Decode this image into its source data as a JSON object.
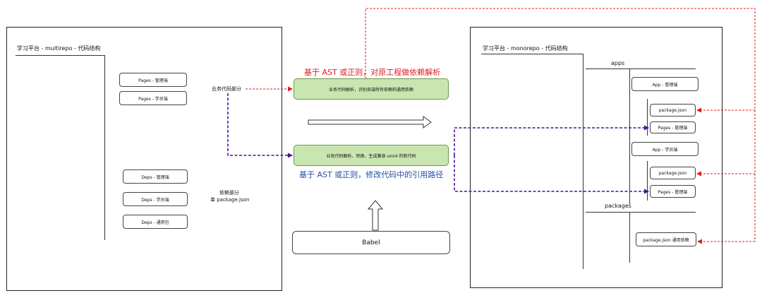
{
  "left_panel": {
    "title": "学习平台 - multirepo - 代码结构",
    "pages": [
      "Pages - 管理端",
      "Pages - 学员端"
    ],
    "deps": [
      "Deps - 管理端",
      "Deps - 学员端",
      "Deps - 通用包"
    ],
    "business_label": "业务代码部分",
    "deps_label_line1": "依赖部分",
    "deps_label_line2": "单 package.json"
  },
  "middle": {
    "top_annotation": "基于 AST 或正则，对原工程做依赖解析",
    "box1": "业务代码解析，识别各端特有依赖和通用依赖",
    "box2": "业务代码解析、转换、生成兼容 umi4 的新代码",
    "bottom_annotation": "基于 AST 或正则，修改代码中的引用路径",
    "babel": "Babel"
  },
  "right_panel": {
    "title": "学习平台 - monorepo - 代码结构",
    "apps_label": "apps",
    "app_admin": "App - 管理端",
    "package_json_1": "package.json",
    "pages_admin_1": "Pages - 管理端",
    "app_student": "App - 学员端",
    "package_json_2": "package.json",
    "pages_admin_2": "Pages - 管理端",
    "packages_label": "packages",
    "package_json_common": "package.json 通用依赖"
  },
  "colors": {
    "red": "#e01b1b",
    "purple": "#4b0f9a",
    "blue_text": "#1f4fa3",
    "green_fill": "#c9e6b0"
  }
}
